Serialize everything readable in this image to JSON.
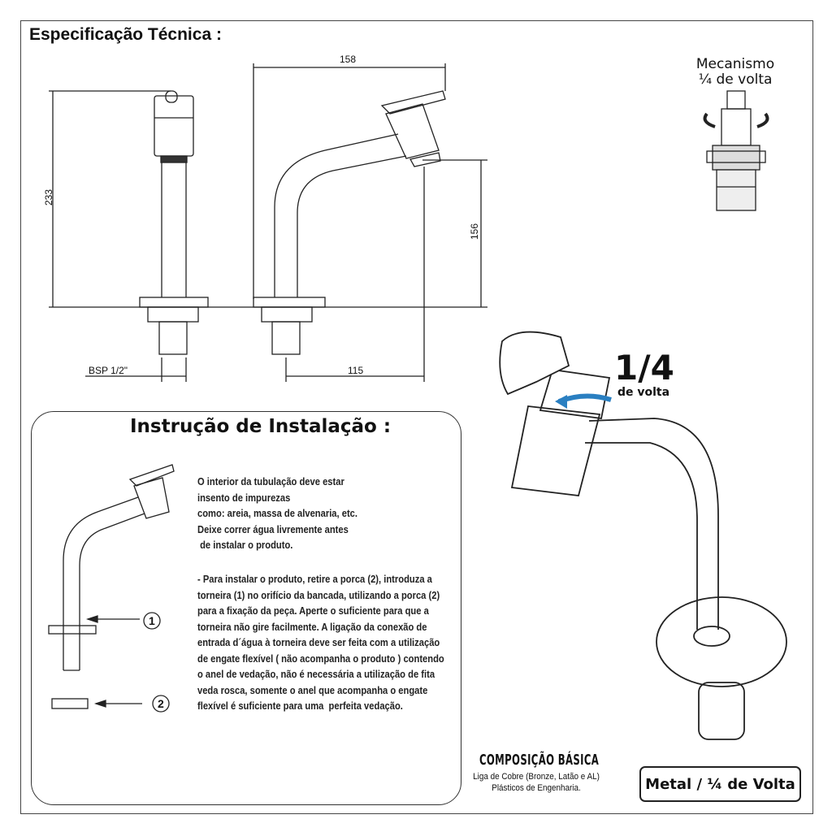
{
  "header": {
    "title": "Especificação Técnica :"
  },
  "dimensions": {
    "height_total": "233",
    "length": "158",
    "spout_height": "156",
    "base_to_outlet": "115",
    "thread": "BSP 1/2\""
  },
  "mechanism": {
    "line1": "Mecanismo",
    "line2": "¼ de volta"
  },
  "installation": {
    "title": "Instrução de Instalação :",
    "paragraph1": "O interior da tubulação deve estar\ninsento de impurezas\ncomo: areia, massa de alvenaria, etc.\nDeixe correr água livremente antes\n de instalar o produto.",
    "paragraph2": "- Para instalar o produto, retire a porca (2), introduza a\ntorneira (1) no orifício da bancada, utilizando a porca (2)\npara a fixação da peça. Aperte o suficiente para que a\ntorneira não gire facilmente. A ligação da conexão de\nentrada d´água à torneira deve ser feita com a utilização\nde engate flexível ( não acompanha o produto ) contendo\no anel de vedação, não é necessária a utilização de fita\nveda rosca, somente o anel que acompanha o engate\nflexível é suficiente para uma  perfeita vedação.",
    "callout1": "1",
    "callout2": "2"
  },
  "illustration": {
    "fraction": "1/4",
    "subtitle": "de volta",
    "arrow_color": "#2a7fc1"
  },
  "composition": {
    "title": "COMPOSIÇÃO BÁSICA",
    "line1": "Liga de Cobre (Bronze, Latão e AL)",
    "line2": "Plásticos de Engenharia."
  },
  "badge": {
    "label": "Metal / ¼ de Volta"
  }
}
